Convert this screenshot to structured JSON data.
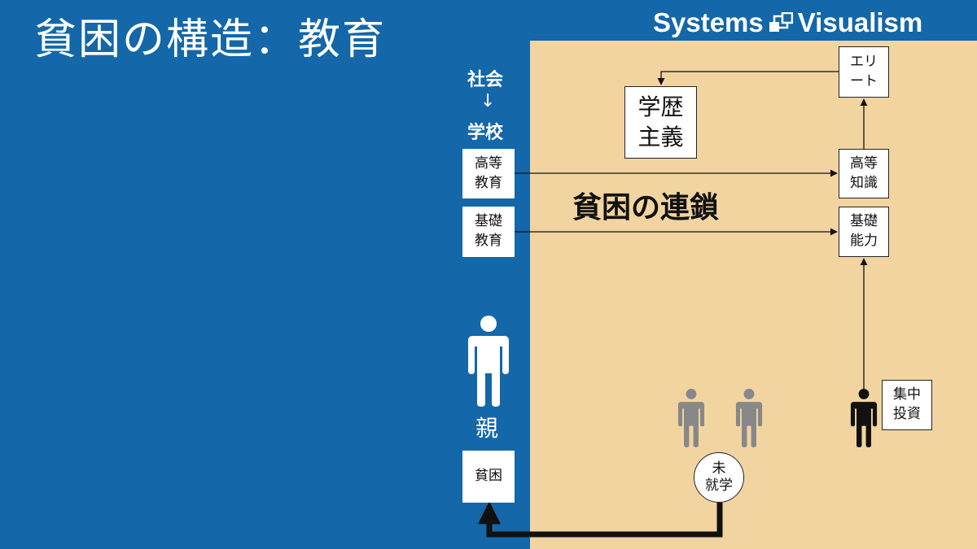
{
  "title": "貧困の構造：教育",
  "logo": {
    "left": "Systems",
    "right": "Visualism"
  },
  "column_header": {
    "top": "社会",
    "bottom": "学校"
  },
  "school_boxes": {
    "higher_education": "高等\n教育",
    "basic_education": "基礎\n教育"
  },
  "outcome_boxes": {
    "elite": "エリ\nート",
    "credentialism": "学歴\n主義",
    "higher_knowledge": "高等\n知識",
    "basic_ability": "基礎\n能力",
    "concentrated_investment": "集中\n投資"
  },
  "chain_label": "貧困の連鎖",
  "parent": {
    "label": "親",
    "status": "貧困"
  },
  "children": {
    "unschooled": "未\n就学"
  },
  "colors": {
    "background_blue": "#1467a8",
    "panel_beige": "#f2d4a1",
    "gray_figure": "#888888",
    "black_figure": "#111111",
    "white_figure": "#ffffff"
  },
  "icons": [
    "person-icon",
    "logo-diagram-icon",
    "arrow-down-icon"
  ]
}
